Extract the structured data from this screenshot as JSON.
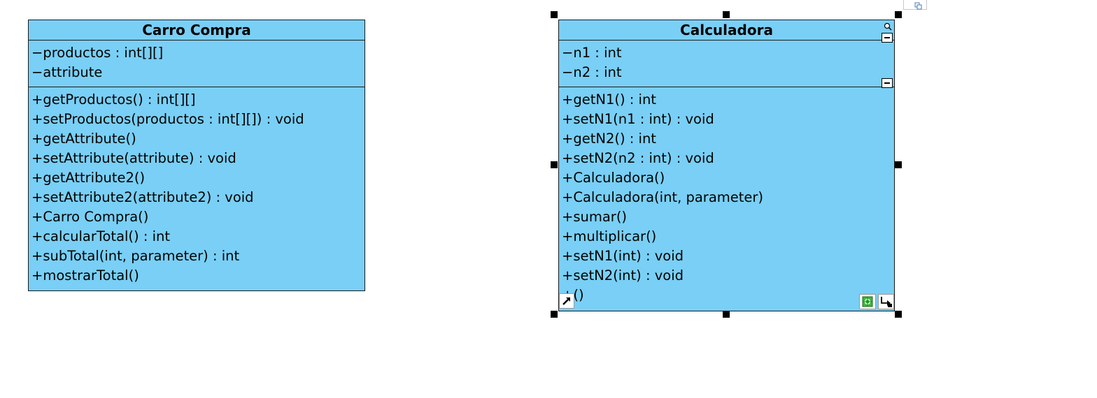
{
  "classes": {
    "carro": {
      "name": "Carro Compra",
      "attributes": [
        "−productos : int[][]",
        "−attribute"
      ],
      "operations": [
        "+getProductos() : int[][]",
        "+setProductos(productos : int[][]) : void",
        "+getAttribute()",
        "+setAttribute(attribute) : void",
        "+getAttribute2()",
        "+setAttribute2(attribute2) : void",
        "+Carro Compra()",
        "+calcularTotal() : int",
        "+subTotal(int, parameter) : int",
        "+mostrarTotal()"
      ]
    },
    "calculadora": {
      "name": "Calculadora",
      "attributes": [
        "−n1 : int",
        "−n2 : int"
      ],
      "operations": [
        "+getN1() : int",
        "+setN1(n1 : int) : void",
        "+getN2() : int",
        "+setN2(n2 : int) : void",
        "+Calculadora()",
        "+Calculadora(int, parameter)",
        "+sumar()",
        "+multiplicar()",
        "+setN1(int) : void",
        "+setN2(int) : void",
        "+()"
      ]
    }
  },
  "colors": {
    "class_fill": "#79cff5",
    "border": "#1a1a1a",
    "handle": "#000000"
  },
  "icons": [
    "collapse-icon",
    "search-icon",
    "resize-arrow-icon",
    "connector-icon",
    "add-icon",
    "overview-icon"
  ]
}
